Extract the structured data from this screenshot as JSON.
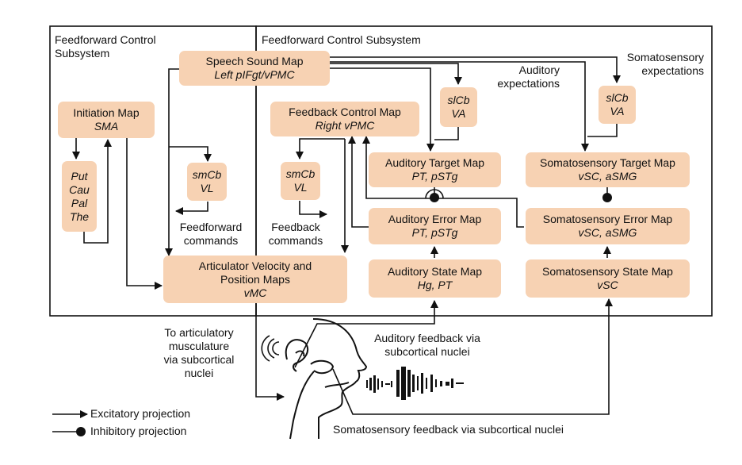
{
  "subsystems": {
    "left_title": "Feedforward Control\nSubsystem",
    "right_title": "Feedforward Control Subsystem"
  },
  "nodes": {
    "speech_sound_map": {
      "title": "Speech Sound Map",
      "region": "Left pIFgt/vPMC"
    },
    "initiation_map": {
      "title": "Initiation Map",
      "region": "SMA"
    },
    "basal_ganglia": {
      "lines": [
        "Put",
        "Cau",
        "Pal",
        "The"
      ]
    },
    "smcb_ff": {
      "title": "smCb",
      "region": "VL"
    },
    "smcb_fb": {
      "title": "smCb",
      "region": "VL"
    },
    "feedback_control_map": {
      "title": "Feedback Control Map",
      "region": "Right vPMC"
    },
    "slcb_aud": {
      "title": "slCb",
      "region": "VA"
    },
    "slcb_som": {
      "title": "slCb",
      "region": "VA"
    },
    "auditory_target_map": {
      "title": "Auditory Target Map",
      "region": "PT, pSTg"
    },
    "auditory_error_map": {
      "title": "Auditory Error Map",
      "region": "PT, pSTg"
    },
    "auditory_state_map": {
      "title": "Auditory State Map",
      "region": "Hg, PT"
    },
    "somatosensory_target_map": {
      "title": "Somatosensory Target Map",
      "region": "vSC, aSMG"
    },
    "somatosensory_error_map": {
      "title": "Somatosensory Error Map",
      "region": "vSC, aSMG"
    },
    "somatosensory_state_map": {
      "title": "Somatosensory State Map",
      "region": "vSC"
    },
    "articulator_map": {
      "title": "Articulator Velocity and\nPosition Maps",
      "region": "vMC"
    }
  },
  "labels": {
    "auditory_expectations": "Auditory\nexpectations",
    "somatosensory_expectations": "Somatosensory\nexpectations",
    "feedforward_commands": "Feedforward\ncommands",
    "feedback_commands": "Feedback\ncommands",
    "to_articulatory": "To articulatory\nmusculature\nvia subcortical\nnuclei",
    "auditory_feedback": "Auditory feedback via\nsubcortical nuclei",
    "somatosensory_feedback": "Somatosensory feedback via subcortical nuclei"
  },
  "legend": {
    "excitatory": "Excitatory projection",
    "inhibitory": "Inhibitory projection"
  },
  "colors": {
    "node_fill": "#f7d2b3",
    "line": "#111111"
  }
}
